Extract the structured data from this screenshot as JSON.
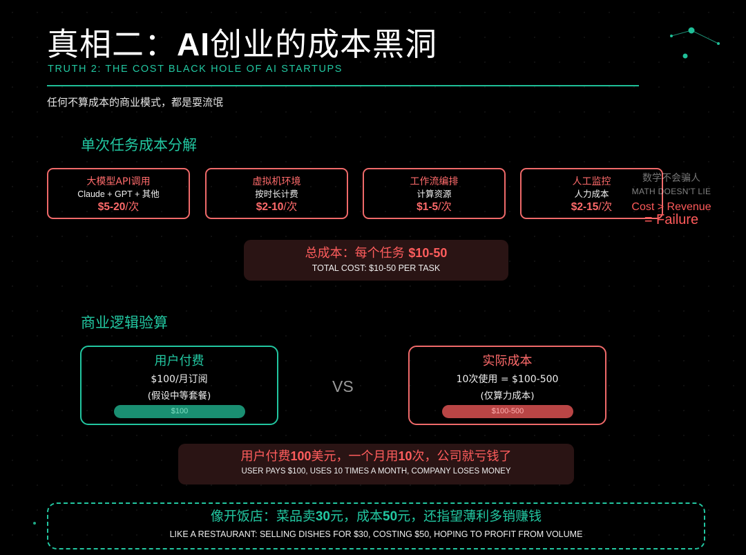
{
  "header": {
    "title_cn_1": "真相二：",
    "title_en": "AI",
    "title_cn_2": "创业的成本黑洞",
    "subtitle_en": "TRUTH 2: THE COST BLACK HOLE OF AI STARTUPS",
    "tagline": "任何不算成本的商业模式，都是耍流氓"
  },
  "breakdown": {
    "heading": "单次任务成本分解",
    "items": [
      {
        "title": "大模型API调用",
        "sub": "Claude + GPT + 其他",
        "price": "$5-20",
        "unit": "/次"
      },
      {
        "title": "虚拟机环境",
        "sub": "按时长计费",
        "price": "$2-10",
        "unit": "/次"
      },
      {
        "title": "工作流编排",
        "sub": "计算资源",
        "price": "$1-5",
        "unit": "/次"
      },
      {
        "title": "人工监控",
        "sub": "人力成本",
        "price": "$2-15",
        "unit": "/次"
      }
    ]
  },
  "side_note": {
    "cn": "数学不会骗人",
    "en": "MATH DOESN'T LIE",
    "formula_1": "Cost > Revenue",
    "formula_2": "= Failure"
  },
  "total": {
    "label": "总成本：每个任务 ",
    "value": "$10-50",
    "en": "TOTAL COST: $10-50 PER TASK"
  },
  "business": {
    "heading": "商业逻辑验算",
    "pay": {
      "title": "用户付费",
      "line1": "$100/月订阅",
      "line2": "(假设中等套餐)",
      "bar_label": "$100"
    },
    "vs": "VS",
    "cost": {
      "title": "实际成本",
      "line1": "10次使用 = $100-500",
      "line2": "(仅算力成本)",
      "bar_label": "$100-500"
    }
  },
  "loss": {
    "p1": "用户付费",
    "n1": "100",
    "p2": "美元，一个月用",
    "n2": "10",
    "p3": "次，公司就亏钱了",
    "en": "USER PAYS $100, USES 10 TIMES A MONTH, COMPANY LOSES MONEY"
  },
  "restaurant": {
    "p1": "像开饭店：菜品卖",
    "n1": "30",
    "p2": "元，成本",
    "n2": "50",
    "p3": "元，还指望薄利多销赚钱",
    "en": "LIKE A RESTAURANT: SELLING DISHES FOR $30, COSTING $50, HOPING TO PROFIT FROM VOLUME"
  },
  "colors": {
    "accent_green": "#22c7a1",
    "accent_red": "#ff6b6b",
    "background": "#000000"
  }
}
